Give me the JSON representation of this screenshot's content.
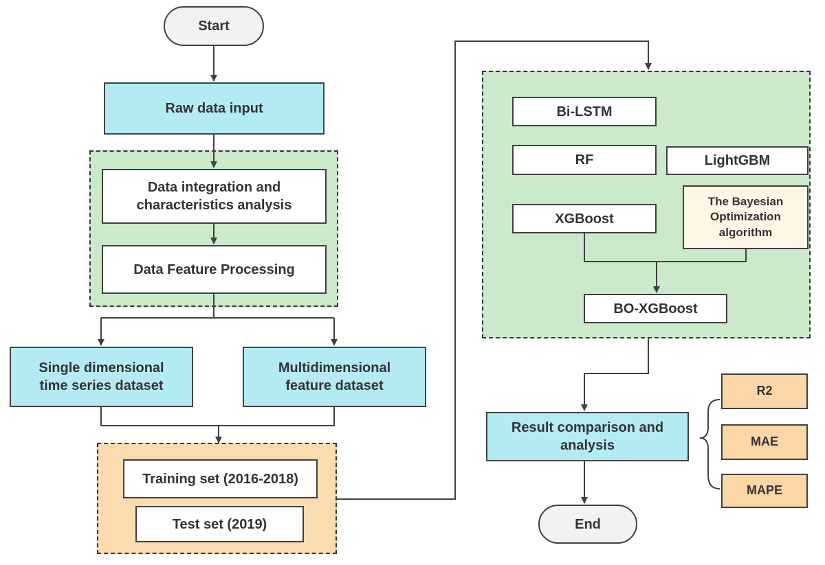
{
  "diagram": {
    "start": "Start",
    "raw_data_input": "Raw data input",
    "data_integration": "Data integration and\ncharacteristics analysis",
    "data_feature_processing": "Data Feature Processing",
    "single_dimensional": "Single dimensional\ntime series dataset",
    "multidimensional": "Multidimensional\nfeature dataset",
    "training_set": "Training set (2016-2018)",
    "test_set": "Test set (2019)",
    "bi_lstm": "Bi-LSTM",
    "rf": "RF",
    "lightgbm": "LightGBM",
    "xgboost": "XGBoost",
    "bayesian": "The Bayesian\nOptimization\nalgorithm",
    "bo_xgboost": "BO-XGBoost",
    "result_comparison": "Result comparison and\nanalysis",
    "r2": "R2",
    "mae": "MAE",
    "mape": "MAPE",
    "end": "End"
  },
  "colors": {
    "blue_fill": "#b4ebf3",
    "green_group": "#cce9cc",
    "peach_group": "#fbdcb0",
    "orange_metric": "#fbd7a8",
    "cream_fill": "#fff6e6",
    "terminal_fill": "#f2f2f2",
    "line": "#404040"
  }
}
